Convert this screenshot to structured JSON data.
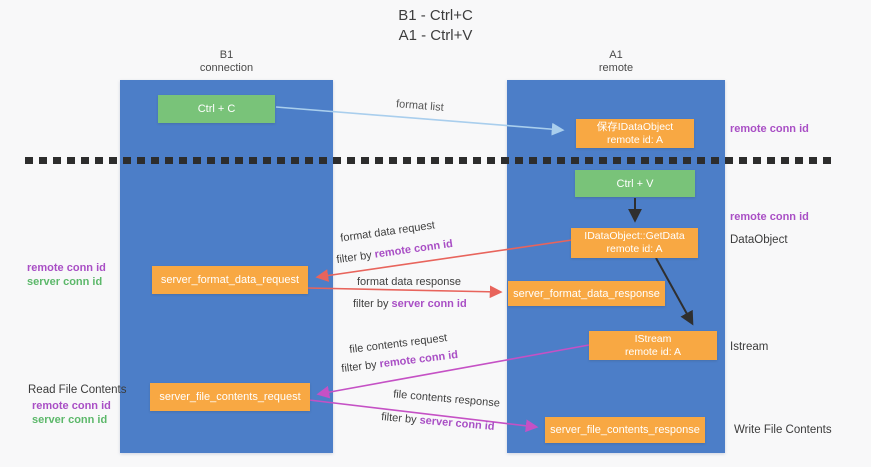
{
  "title": {
    "line1": "B1 - Ctrl+C",
    "line2": "A1 - Ctrl+V"
  },
  "lanes": {
    "left": {
      "name": "B1",
      "role": "connection"
    },
    "right": {
      "name": "A1",
      "role": "remote"
    }
  },
  "boxes": {
    "ctrl_c": {
      "label": "Ctrl + C"
    },
    "ctrl_v": {
      "label": "Ctrl + V"
    },
    "save_idataobject": {
      "line1": "保存IDataObject",
      "line2": "remote id: A"
    },
    "idataobject_getdata": {
      "line1": "IDataObject::GetData",
      "line2": "remote id: A"
    },
    "istream": {
      "line1": "IStream",
      "line2": "remote id: A"
    },
    "server_format_data_request": {
      "label": "server_format_data_request"
    },
    "server_format_data_response": {
      "label": "server_format_data_response"
    },
    "server_file_contents_request": {
      "label": "server_file_contents_request"
    },
    "server_file_contents_response": {
      "label": "server_file_contents_response"
    }
  },
  "arrow_labels": {
    "format_list": "format list",
    "format_data_request": "format data request",
    "filter1_prefix": "filter by ",
    "filter1_value": "remote conn id",
    "format_data_response": "format data response",
    "filter2_prefix": "filter by ",
    "filter2_value": "server conn id",
    "file_contents_request": "file contents request",
    "filter3_prefix": "filter by ",
    "filter3_value": "remote conn id",
    "file_contents_response": "file contents response",
    "filter4_prefix": "filter by ",
    "filter4_value": "server conn id"
  },
  "side_labels": {
    "right_remote_conn_id_1": "remote conn id",
    "right_remote_conn_id_2": "remote conn id",
    "dataobject": "DataObject",
    "istream": "Istream",
    "write_file_contents": "Write File Contents",
    "left_remote_conn_id_1": "remote conn id",
    "left_server_conn_id_1": "server conn id",
    "read_file_contents": "Read File Contents",
    "left_remote_conn_id_2": "remote conn id",
    "left_server_conn_id_2": "server conn id"
  },
  "colors": {
    "lane_blue": "#4c7ec8",
    "box_green": "#79c379",
    "box_orange": "#f8a843",
    "arrow_red": "#e8645c",
    "arrow_magenta": "#c551c5",
    "arrow_lightblue": "#a9ceed",
    "arrow_black": "#2f2f2f",
    "text_purple": "#a94fc5",
    "text_green": "#5cb86a"
  }
}
